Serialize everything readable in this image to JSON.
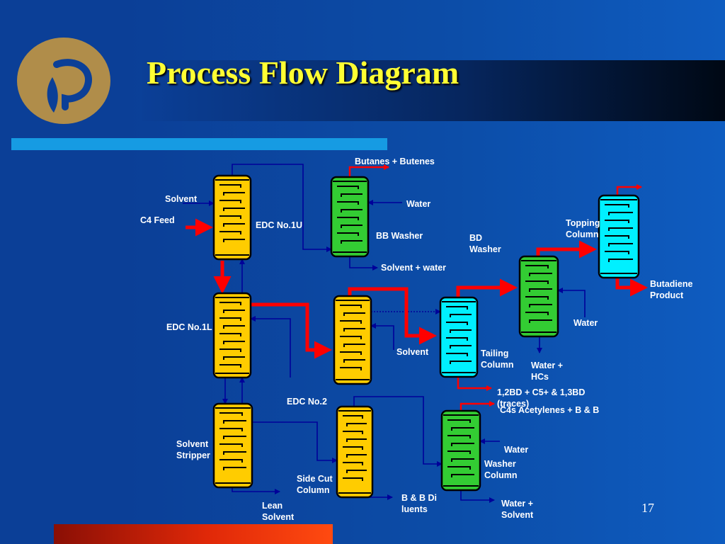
{
  "slide": {
    "title": "Process Flow Diagram",
    "page_number": "17"
  },
  "colors": {
    "background": "#0b3f97",
    "title_text": "#ffff33",
    "accent_bar": "#169be3",
    "logo_gold": "#b08d4a",
    "column_yellow": "#ffcc00",
    "column_green": "#33cc33",
    "column_cyan": "#00f0ff",
    "main_flow": "#ff0000",
    "auxiliary_flow": "#000099"
  },
  "columns": {
    "edc_1u": "EDC No.1U",
    "edc_1l": "EDC No.1L",
    "bb_washer": "BB Washer",
    "edc_2": "EDC No.2",
    "tailing": "Tailing Column",
    "bd_washer": "BD Washer",
    "topping": "Topping Column",
    "solvent_stripper": "Solvent Stripper",
    "side_cut": "Side Cut Column",
    "washer": "Washer Column"
  },
  "streams": {
    "solvent_in_1u": "Solvent",
    "c4_feed": "C4 Feed",
    "butanes_butenes": "Butanes + Butenes",
    "water_bb": "Water",
    "solvent_water": "Solvent + water",
    "solvent_edc2": "Solvent",
    "water_bd": "Water",
    "water_hcs": "Water + HCs",
    "butadiene_product": "Butadiene Product",
    "tailing_bottoms": "1,2BD + C5+ & 1,3BD (traces)",
    "c4s_acetylenes": "C4s Acetylenes + B & B",
    "water_washer": "Water",
    "water_solvent": "Water + Solvent",
    "lean_solvent": "Lean Solvent",
    "bb_diluents": "B & B Diluents"
  }
}
